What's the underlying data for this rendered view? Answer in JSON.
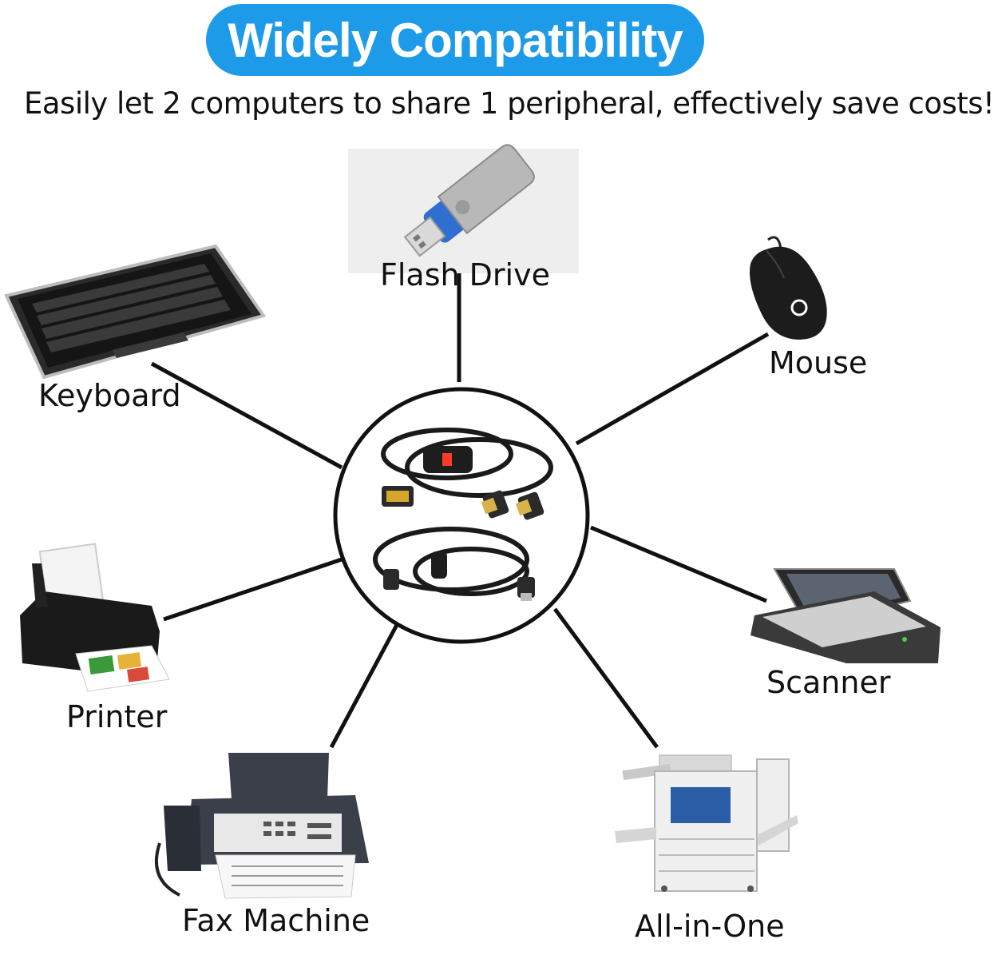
{
  "header": {
    "title": "Widely Compatibility",
    "subtitle": "Easily let 2 computers to share 1 peripheral, effectively save costs!"
  },
  "hub": {
    "icon": "usb-switch-cable-icon"
  },
  "devices": {
    "flash_drive": {
      "label": "Flash Drive",
      "icon": "flash-drive-icon"
    },
    "keyboard": {
      "label": "Keyboard",
      "icon": "keyboard-icon"
    },
    "mouse": {
      "label": "Mouse",
      "icon": "mouse-icon"
    },
    "printer": {
      "label": "Printer",
      "icon": "printer-icon"
    },
    "scanner": {
      "label": "Scanner",
      "icon": "scanner-icon"
    },
    "fax_machine": {
      "label": "Fax Machine",
      "icon": "fax-machine-icon"
    },
    "all_in_one": {
      "label": "All-in-One",
      "icon": "all-in-one-copier-icon"
    }
  },
  "colors": {
    "accent": "#1e9be8",
    "connector": "#111111",
    "flash_drive_blue": "#2f6fd0"
  }
}
